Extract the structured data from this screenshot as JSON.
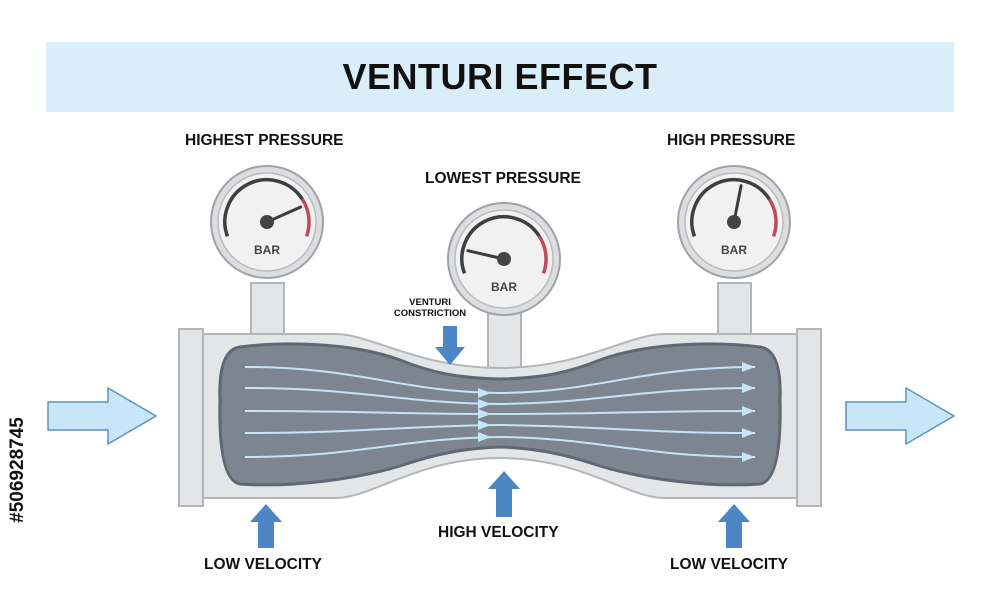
{
  "title": "VENTURI EFFECT",
  "gauges": [
    {
      "name": "highest-pressure",
      "label": "HIGHEST PRESSURE",
      "unit": "BAR",
      "needle_level": 0.8
    },
    {
      "name": "lowest-pressure",
      "label": "LOWEST PRESSURE",
      "unit": "BAR",
      "needle_level": 0.15
    },
    {
      "name": "high-pressure",
      "label": "HIGH PRESSURE",
      "unit": "BAR",
      "needle_level": 0.55
    }
  ],
  "constriction_label": "VENTURI\nCONSTRICTION",
  "velocity_labels": {
    "left": "LOW VELOCITY",
    "center": "HIGH VELOCITY",
    "right": "LOW VELOCITY"
  },
  "watermark_id": "#506928745",
  "colors": {
    "title_band": "#d9eef9",
    "pipe_body": "#e4e5e6",
    "fluid": "#7c8590",
    "streamline": "#c6e4f5",
    "flow_arrow_fill": "#c8e6f7",
    "flow_arrow_stroke": "#5a93c0",
    "indicator_arrow": "#4d86c4",
    "gauge_redline": "#c04a5a",
    "gauge_arc": "#3e3f40"
  }
}
